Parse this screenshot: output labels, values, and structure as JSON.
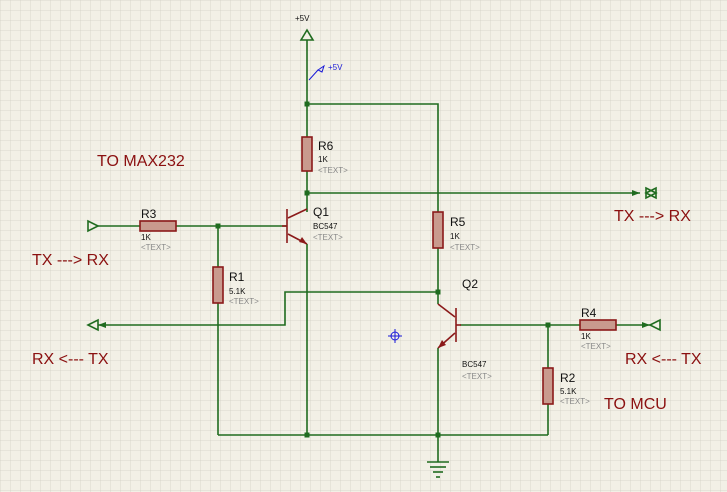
{
  "power": {
    "top_label": "+5V",
    "probe_label": "+5V"
  },
  "labels": {
    "to_max232": "TO MAX232",
    "to_mcu": "TO MCU",
    "left_tx_rx": "TX ---> RX",
    "left_rx_tx": "RX <--- TX",
    "right_tx_rx": "TX ---> RX",
    "right_rx_tx": "RX <--- TX"
  },
  "resistors": [
    {
      "ref": "R1",
      "value": "5.1K",
      "text": "<TEXT>"
    },
    {
      "ref": "R2",
      "value": "5.1K",
      "text": "<TEXT>"
    },
    {
      "ref": "R3",
      "value": "1K",
      "text": "<TEXT>"
    },
    {
      "ref": "R4",
      "value": "1K",
      "text": "<TEXT>"
    },
    {
      "ref": "R5",
      "value": "1K",
      "text": "<TEXT>"
    },
    {
      "ref": "R6",
      "value": "1K",
      "text": "<TEXT>"
    }
  ],
  "transistors": [
    {
      "ref": "Q1",
      "value": "BC547",
      "text": "<TEXT>"
    },
    {
      "ref": "Q2",
      "value": "BC547",
      "text": "<TEXT>"
    }
  ],
  "colors": {
    "background": "#f2f0e6",
    "grid": "#d3d1c6",
    "wire": "#1f6b1f",
    "component": "#8b1a1a",
    "annotation": "#8b1010"
  }
}
